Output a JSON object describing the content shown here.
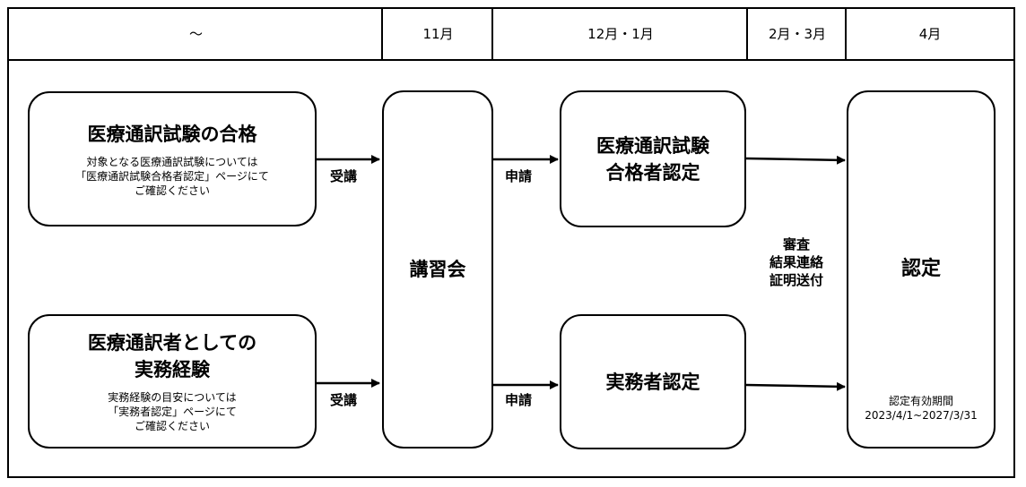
{
  "header": {
    "columns": [
      "～",
      "11月",
      "12月・1月",
      "2月・3月",
      "4月"
    ]
  },
  "boxes": {
    "exam_pass": {
      "title": "医療通訳試験の合格",
      "desc": "対象となる医療通訳試験については\n「医療通訳試験合格者認定」ページにて\nご確認ください"
    },
    "experience": {
      "title_line1": "医療通訳者としての",
      "title_line2": "実務経験",
      "desc": "実務経験の目安については\n「実務者認定」ページにて\nご確認ください"
    },
    "lecture": {
      "title": "講習会"
    },
    "exam_cert": {
      "title_line1": "医療通訳試験",
      "title_line2": "合格者認定"
    },
    "practitioner_cert": {
      "title": "実務者認定"
    },
    "certification": {
      "title": "認定",
      "validity_label": "認定有効期間",
      "validity_range": "2023/4/1~2027/3/31"
    }
  },
  "arrow_labels": {
    "attend_top": "受講",
    "attend_bottom": "受講",
    "apply_top": "申請",
    "apply_bottom": "申請",
    "review": "審査\n結果連絡\n証明送付"
  }
}
